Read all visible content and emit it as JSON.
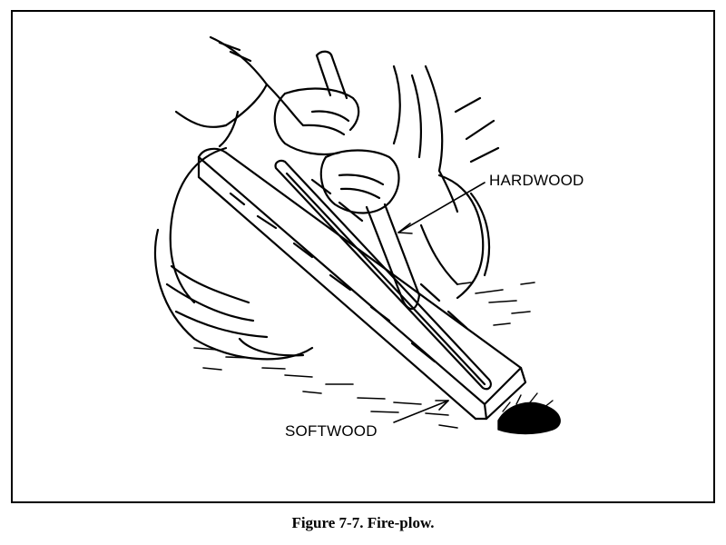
{
  "figure": {
    "caption": "Figure 7-7. Fire-plow.",
    "labels": {
      "hardwood": "HARDWOOD",
      "softwood": "SOFTWOOD"
    }
  },
  "colors": {
    "ink": "#000000",
    "paper": "#ffffff"
  }
}
